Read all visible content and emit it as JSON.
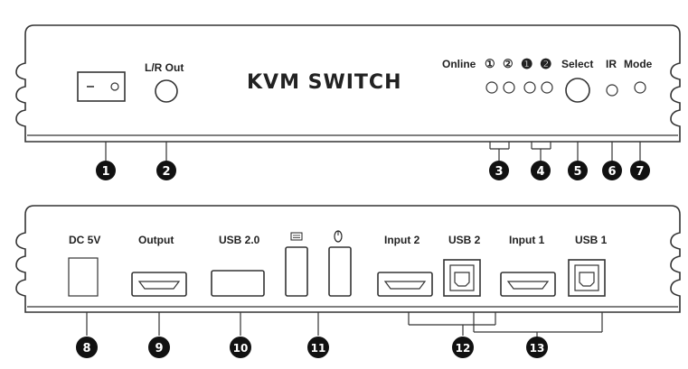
{
  "front_panel": {
    "title": "KVM SWITCH",
    "lr_out_label": "L/R Out",
    "online_label": "Online",
    "online_port_1": "①",
    "online_port_2": "②",
    "select_port_1": "❶",
    "select_port_2": "❷",
    "select_label": "Select",
    "ir_label": "IR",
    "mode_label": "Mode"
  },
  "rear_panel": {
    "dc_label": "DC 5V",
    "output_label": "Output",
    "usb20_label": "USB 2.0",
    "input2_label": "Input 2",
    "usb2_label": "USB 2",
    "input1_label": "Input 1",
    "usb1_label": "USB 1"
  },
  "callouts": [
    "1",
    "2",
    "3",
    "4",
    "5",
    "6",
    "7",
    "8",
    "9",
    "10",
    "11",
    "12",
    "13"
  ],
  "colors": {
    "line": "#333333",
    "callout_fill": "#111111",
    "background": "#ffffff"
  },
  "icons": {
    "keyboard": "keyboard-icon",
    "mouse": "mouse-icon"
  }
}
